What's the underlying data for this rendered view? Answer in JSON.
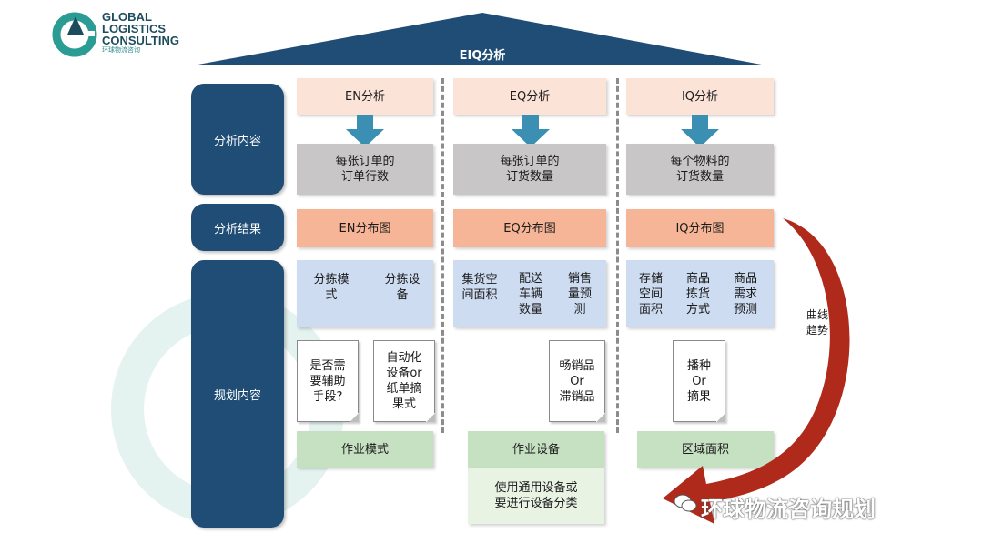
{
  "logo": {
    "line1": "GLOBAL",
    "line2": "LOGISTICS",
    "line3": "CONSULTING",
    "tagline": "环球物流咨询"
  },
  "roof": {
    "title": "EIQ分析"
  },
  "side": {
    "content": "分析内容",
    "result": "分析结果",
    "plan": "规划内容"
  },
  "columns": {
    "en": {
      "header": "EN分析",
      "metric_l1": "每张订单的",
      "metric_l2": "订单行数",
      "result": "EN分布图",
      "items": [
        {
          "l1": "分拣模",
          "l2": "式"
        },
        {
          "l1": "分拣设",
          "l2": "备"
        }
      ],
      "notes": [
        {
          "l1": "是否需",
          "l2": "要辅助",
          "l3": "手段?"
        },
        {
          "l1": "自动化",
          "l2": "设备or",
          "l3": "纸单摘",
          "l4": "果式"
        }
      ],
      "footer": "作业模式"
    },
    "eq": {
      "header": "EQ分析",
      "metric_l1": "每张订单的",
      "metric_l2": "订货数量",
      "result": "EQ分布图",
      "items": [
        {
          "l1": "集货空",
          "l2": "间面积"
        },
        {
          "l1": "配送",
          "l2": "车辆",
          "l3": "数量"
        },
        {
          "l1": "销售",
          "l2": "量预",
          "l3": "测"
        }
      ],
      "note": {
        "l1": "畅销品",
        "l2": "Or",
        "l3": "滞销品"
      },
      "footer": "作业设备",
      "footer_sub_l1": "使用通用设备或",
      "footer_sub_l2": "要进行设备分类"
    },
    "iq": {
      "header": "IQ分析",
      "metric_l1": "每个物料的",
      "metric_l2": "订货数量",
      "result": "IQ分布图",
      "items": [
        {
          "l1": "存储",
          "l2": "空间",
          "l3": "面积"
        },
        {
          "l1": "商品",
          "l2": "拣货",
          "l3": "方式"
        },
        {
          "l1": "商品",
          "l2": "需求",
          "l3": "预测"
        }
      ],
      "note": {
        "l1": "播种",
        "l2": "Or",
        "l3": "摘果"
      },
      "footer": "区域面积"
    }
  },
  "curve": {
    "l1": "曲线",
    "l2": "趋势"
  },
  "watermark": {
    "text": "环球物流咨询规划"
  },
  "colors": {
    "navy": "#1f4d75",
    "peach": "#fbe3d8",
    "gray": "#c9c6c7",
    "orange": "#f6b596",
    "blue": "#cddcf1",
    "green": "#c6e1c2",
    "arrow": "#3a8fb2",
    "curve_arrow": "#b02a1b"
  }
}
